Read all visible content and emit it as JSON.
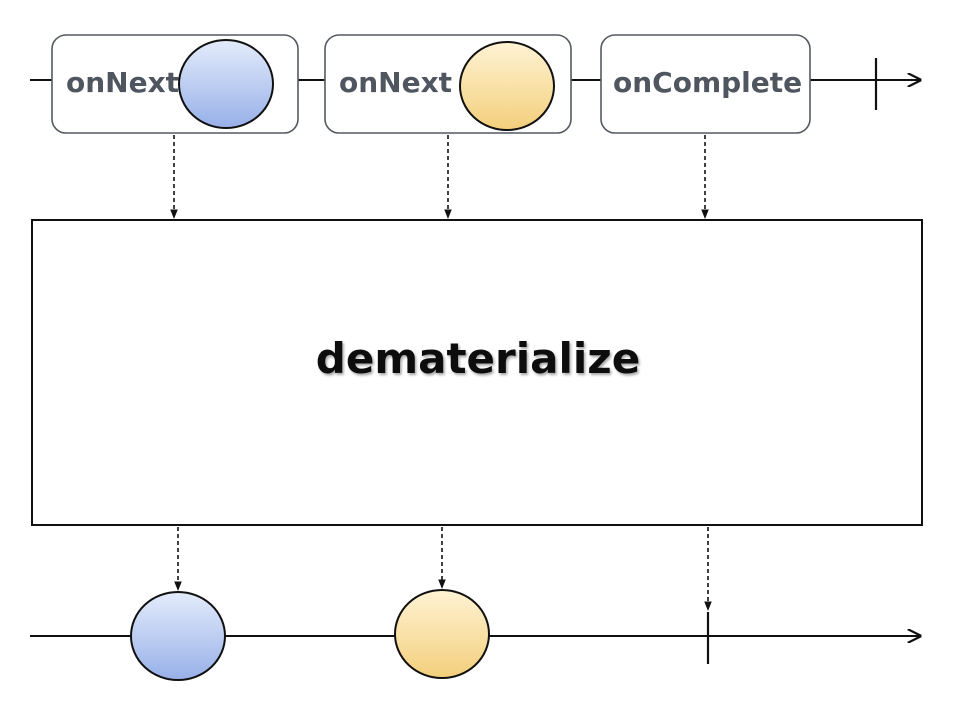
{
  "operator": {
    "label": "dematerialize"
  },
  "input_stream": {
    "events": [
      {
        "type": "onNext",
        "label": "onNext",
        "marble_color": "blue"
      },
      {
        "type": "onNext",
        "label": "onNext",
        "marble_color": "yellow"
      },
      {
        "type": "onComplete",
        "label": "onComplete"
      }
    ]
  },
  "output_stream": {
    "events": [
      {
        "type": "item",
        "marble_color": "blue"
      },
      {
        "type": "item",
        "marble_color": "yellow"
      },
      {
        "type": "complete"
      }
    ]
  },
  "colors": {
    "blue_top": "#e4ecfb",
    "blue_bottom": "#97b0e8",
    "yellow_top": "#fff3d4",
    "yellow_bottom": "#f3cf7c",
    "label_text": "#4f5660",
    "stroke": "#111111",
    "box_border": "#555a62"
  }
}
